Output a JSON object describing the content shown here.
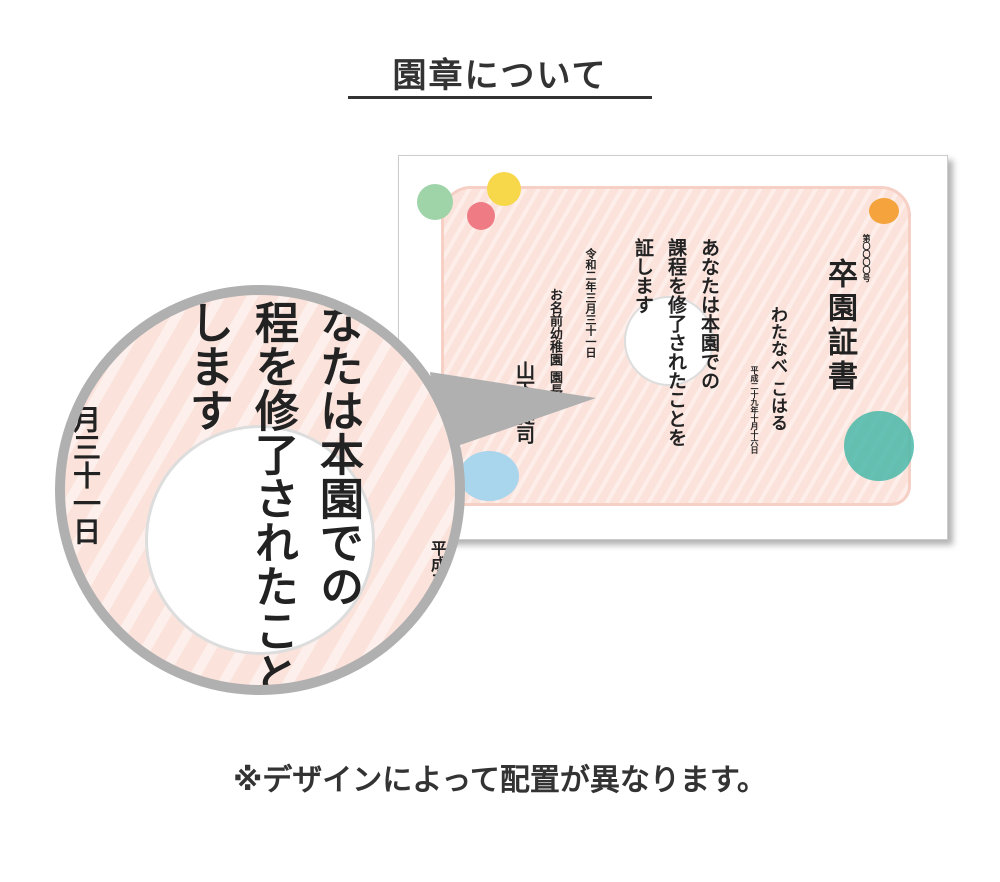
{
  "header": {
    "title": "園章について"
  },
  "certificate": {
    "number": "第〇〇〇〇号",
    "heading": "卒園証書",
    "recipient": "わたなべ こはる",
    "birthdate": "平成二十九年十月十六日",
    "body": [
      "あなたは本園での",
      "課程を修了されたことを",
      "証します"
    ],
    "date": "令和二年三月三十一日",
    "school": "お名前幼稚園 園長",
    "principal": "山下 健司"
  },
  "magnifier": {
    "lines": [
      "なたは本園での",
      "程を修了されたこと",
      "します",
      "月三十一日",
      "平成二"
    ]
  },
  "footer": {
    "note": "※デザインによって配置が異なります。"
  },
  "colors": {
    "pink": "#fbe3dc",
    "gray": "#b0b0b0"
  }
}
